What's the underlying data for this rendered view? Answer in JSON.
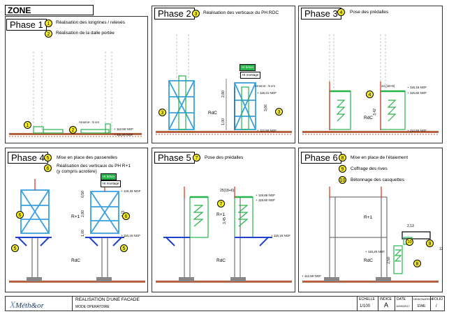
{
  "title": "ZONE ENSEIGNEMENT",
  "phases": [
    {
      "label": "Phase 1",
      "steps": [
        {
          "num": "1",
          "text": "Réalisation des longrines / relevés"
        },
        {
          "num": "2",
          "text": "Réalisation de la dalle portée"
        }
      ],
      "annotations": {
        "amorce": "Amorce : 5 cm",
        "ngf1": "+ 112,50 NGF",
        "ngf2": "+ 111,90 NGF",
        "m1": "1",
        "m2": "2"
      }
    },
    {
      "label": "Phase 2",
      "steps": [
        {
          "num": "3",
          "text": "Réalisation des verticaux du PH RDC"
        }
      ],
      "annotations": {
        "ht_beton": "Ht béton",
        "ht_montage": "Ht montage",
        "amorce": "Amorce : 5 cm",
        "ngf1": "+ 116,21 NGF",
        "ngf2": "+ 112,50 NGF",
        "dim1": "2,80",
        "dim2": "3,66",
        "dim3": "1,00",
        "rdc": "RdC",
        "m3a": "3",
        "m3b": "3"
      }
    },
    {
      "label": "Phase 3",
      "steps": [
        {
          "num": "4",
          "text": "Pose des prédalles"
        }
      ],
      "annotations": {
        "ngf1": "+ 116,16 NGF",
        "ngf2": "+ 115,92 NGF",
        "ngf3": "+ 112,50 NGF",
        "dim1": "24 (18+6)",
        "dim2": "3,42",
        "rdc": "RdC",
        "m4": "4"
      }
    },
    {
      "label": "Phase 4",
      "steps": [
        {
          "num": "5",
          "text": "Mise en place des passerelles"
        },
        {
          "num": "6",
          "text": "Réalisation des verticaux du PH R+1\n(y compris acrotère)"
        }
      ],
      "annotations": {
        "ht_beton": "Ht béton",
        "ht_montage": "Ht montage",
        "ngf1": "+ 120,32 NGF",
        "ngf2": "+ 116,16 NGF",
        "dim1": "0,50",
        "dim2": "2,80",
        "dim3": "4,11",
        "dim4": "1,00",
        "r1": "R+1",
        "rdc": "RdC",
        "m6a": "6",
        "m6b": "6",
        "m5a": "5",
        "m5b": "5"
      }
    },
    {
      "label": "Phase 5",
      "steps": [
        {
          "num": "7",
          "text": "Pose des prédalles"
        }
      ],
      "annotations": {
        "dim1": "25(18+6)",
        "ngf1": "+ 119,86 NGF",
        "ngf2": "+ 119,60 NGF",
        "ngf3": "+ 116,16 NGF",
        "dim2": "3,45",
        "r1": "R+1",
        "rdc": "RdC",
        "m7": "7"
      }
    },
    {
      "label": "Phase 6",
      "steps": [
        {
          "num": "8",
          "text": "Mise en place de l'étaiement"
        },
        {
          "num": "9",
          "text": "Coffrage des rives"
        },
        {
          "num": "10",
          "text": "Bétonnage des casquettes"
        }
      ],
      "annotations": {
        "dim1": "2,13",
        "dim2": "12",
        "dim3": "2,50",
        "ngf1": "+ 115,20 NGF",
        "ngf2": "+ 112,50 NGF",
        "r1": "R+1",
        "rdc": "RdC",
        "m10": "10",
        "m9": "9",
        "m8": "8"
      }
    }
  ],
  "footer": {
    "logo_mark": "X",
    "logo_text": "Méth&or",
    "project": "REALISATION D'UNE FACADE",
    "subtitle": "MODE OPERATOIRE",
    "echelle_label": "ECHELLE",
    "echelle": "1/100",
    "indice_label": "INDICE",
    "indice": "A",
    "date_label": "DATE",
    "date": "11/06/2017",
    "designateur_label": "DESIGNATEUR",
    "designateur": "EWE",
    "folio_label": "FOLIO",
    "folio": "/"
  },
  "colors": {
    "scaffold_blue": "#3aa0e0",
    "green": "#26b34a",
    "red": "#e0281e",
    "marker": "#f6ee22",
    "ground": "#b5613f"
  }
}
